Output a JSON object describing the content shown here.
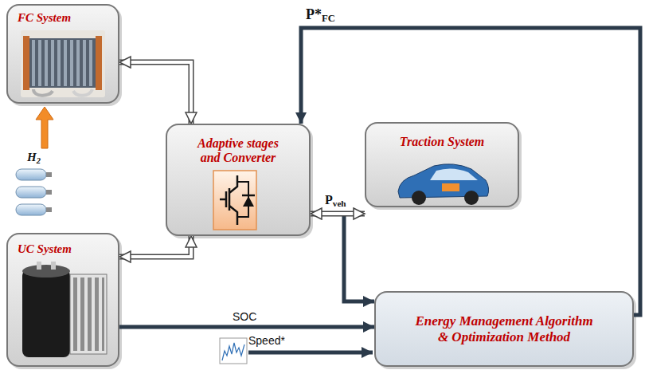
{
  "diagram": {
    "nodes": [
      {
        "text": [
          "FC System"
        ]
      },
      {
        "text": [
          "Adaptive stages and Converter"
        ]
      },
      {
        "text": [
          "Traction System"
        ]
      },
      {
        "text": [
          "UC System"
        ]
      },
      {
        "text": [
          "Energy Management Algorithm & Optimization Method"
        ]
      }
    ],
    "edges": [
      {
        "from": 0,
        "to": 1,
        "arrow": "both"
      },
      {
        "from": 3,
        "to": 1,
        "arrow": "both"
      },
      {
        "from": 1,
        "to": 2,
        "label": "Pveh",
        "arrow": "both"
      },
      {
        "from": 4,
        "to": 1,
        "label": "P*FC",
        "arrow": "to"
      },
      {
        "from": 2,
        "to": 4,
        "arrow": "to"
      },
      {
        "from": 3,
        "to": 4,
        "label": "SOC",
        "arrow": "to"
      }
    ],
    "labels": [
      "H2",
      "Speed*"
    ]
  }
}
